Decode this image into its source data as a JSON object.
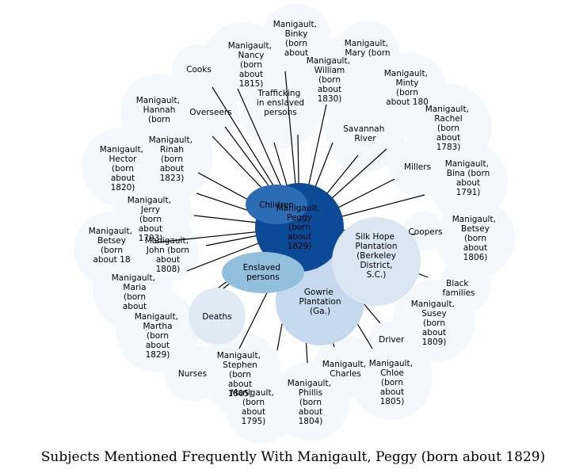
{
  "title": "Subjects Mentioned Frequently With Manigault, Peggy (born about 1829)",
  "colors": {
    "center": "#0a4a96",
    "halo": "#f4f8fd",
    "children": "#2b6db4",
    "silk_hope": "#dae6f2",
    "gowrie": "#c5d9ee",
    "enslaved": "#91bfdc",
    "deaths": "#e0eaf5"
  },
  "center": "Manigault, Peggy (born about 1829)",
  "big_nodes": [
    {
      "id": "children",
      "label": "Children"
    },
    {
      "id": "silk-hope",
      "label": "Silk Hope Plantation (Berkeley District, S.C.)"
    },
    {
      "id": "gowrie",
      "label": "Gowrie Plantation (Ga.)"
    },
    {
      "id": "enslaved",
      "label": "Enslaved persons"
    },
    {
      "id": "deaths",
      "label": "Deaths"
    }
  ],
  "outer_nodes": [
    {
      "id": "binky",
      "label": "Manigault, Binky (born about"
    },
    {
      "id": "mary",
      "label": "Manigault, Mary (born"
    },
    {
      "id": "nancy",
      "label": "Manigault, Nancy (born about 1815)"
    },
    {
      "id": "william",
      "label": "Manigault, William (born about 1830)"
    },
    {
      "id": "minty",
      "label": "Manigault, Minty (born about 180"
    },
    {
      "id": "cooks",
      "label": "Cooks"
    },
    {
      "id": "trafficking",
      "label": "Trafficking in enslaved persons"
    },
    {
      "id": "overseers",
      "label": "Overseers"
    },
    {
      "id": "hannah",
      "label": "Manigault, Hannah (born"
    },
    {
      "id": "rachel",
      "label": "Manigault, Rachel (born about 1783)"
    },
    {
      "id": "savannah",
      "label": "Savannah River"
    },
    {
      "id": "rinah",
      "label": "Manigault, Rinah (born about 1823)"
    },
    {
      "id": "hector",
      "label": "Manigault, Hector (born about 1820)"
    },
    {
      "id": "millers",
      "label": "Millers"
    },
    {
      "id": "bina",
      "label": "Manigault, Bina (born about 1791)"
    },
    {
      "id": "jerry",
      "label": "Manigault, Jerry (born about 1793)"
    },
    {
      "id": "coopers",
      "label": "Coopers"
    },
    {
      "id": "betsey1806",
      "label": "Manigault, Betsey (born about 1806)"
    },
    {
      "id": "betseyleft",
      "label": "Manigault, Betsey (born about 18"
    },
    {
      "id": "born1808",
      "label": "Manigault, John (born about 1808)"
    },
    {
      "id": "black",
      "label": "Black families"
    },
    {
      "id": "maria",
      "label": "Manigault, Maria (born about"
    },
    {
      "id": "susey",
      "label": "Manigault, Susey (born about 1809)"
    },
    {
      "id": "martha",
      "label": "Manigault, Martha (born about 1829)"
    },
    {
      "id": "drivers",
      "label": "Drivers"
    },
    {
      "id": "nurses",
      "label": "Nurses"
    },
    {
      "id": "stephen",
      "label": "Manigault, Stephen (born about 1805)"
    },
    {
      "id": "charles",
      "label": "Manigault, Charles"
    },
    {
      "id": "chloe",
      "label": "Manigault, Chloe (born about 1805)"
    },
    {
      "id": "phillis",
      "label": "Manigault, Phillis (born about 1804)"
    },
    {
      "id": "born1795",
      "label": "Manigault, (born about 1795)"
    }
  ]
}
